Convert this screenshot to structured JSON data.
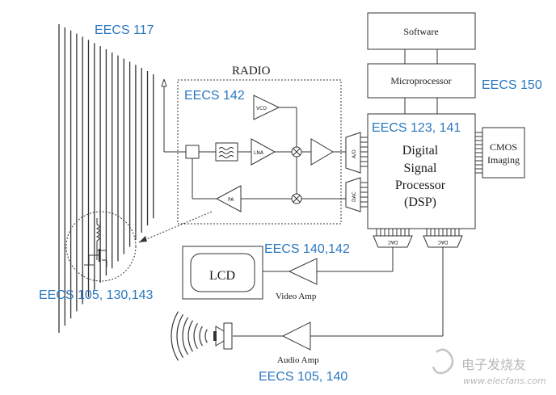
{
  "labels": {
    "eecs117": "EECS 117",
    "eecs142": "EECS 142",
    "eecs150": "EECS 150",
    "eecs123": "EECS 123, 141",
    "eecs140_142": "EECS 140,142",
    "eecs105_130": "EECS 105, 130,143",
    "eecs105_140": "EECS 105, 140",
    "radio": "RADIO"
  },
  "blocks": {
    "software": "Software",
    "microprocessor": "Microprocessor",
    "dsp_line1": "Digital",
    "dsp_line2": "Signal",
    "dsp_line3": "Processor",
    "dsp_line4": "(DSP)",
    "cmos_line1": "CMOS",
    "cmos_line2": "Imaging",
    "lcd": "LCD"
  },
  "components": {
    "vco": "VCO",
    "lna": "LNA",
    "pa": "PA",
    "adc": "A/D",
    "dac": "DAC",
    "dac_video": "DAC",
    "dac_audio": "DAC"
  },
  "amps": {
    "video": "Video Amp",
    "audio": "Audio Amp"
  },
  "watermark": {
    "cn": "电子发烧友",
    "url": "www.elecfans.com"
  }
}
